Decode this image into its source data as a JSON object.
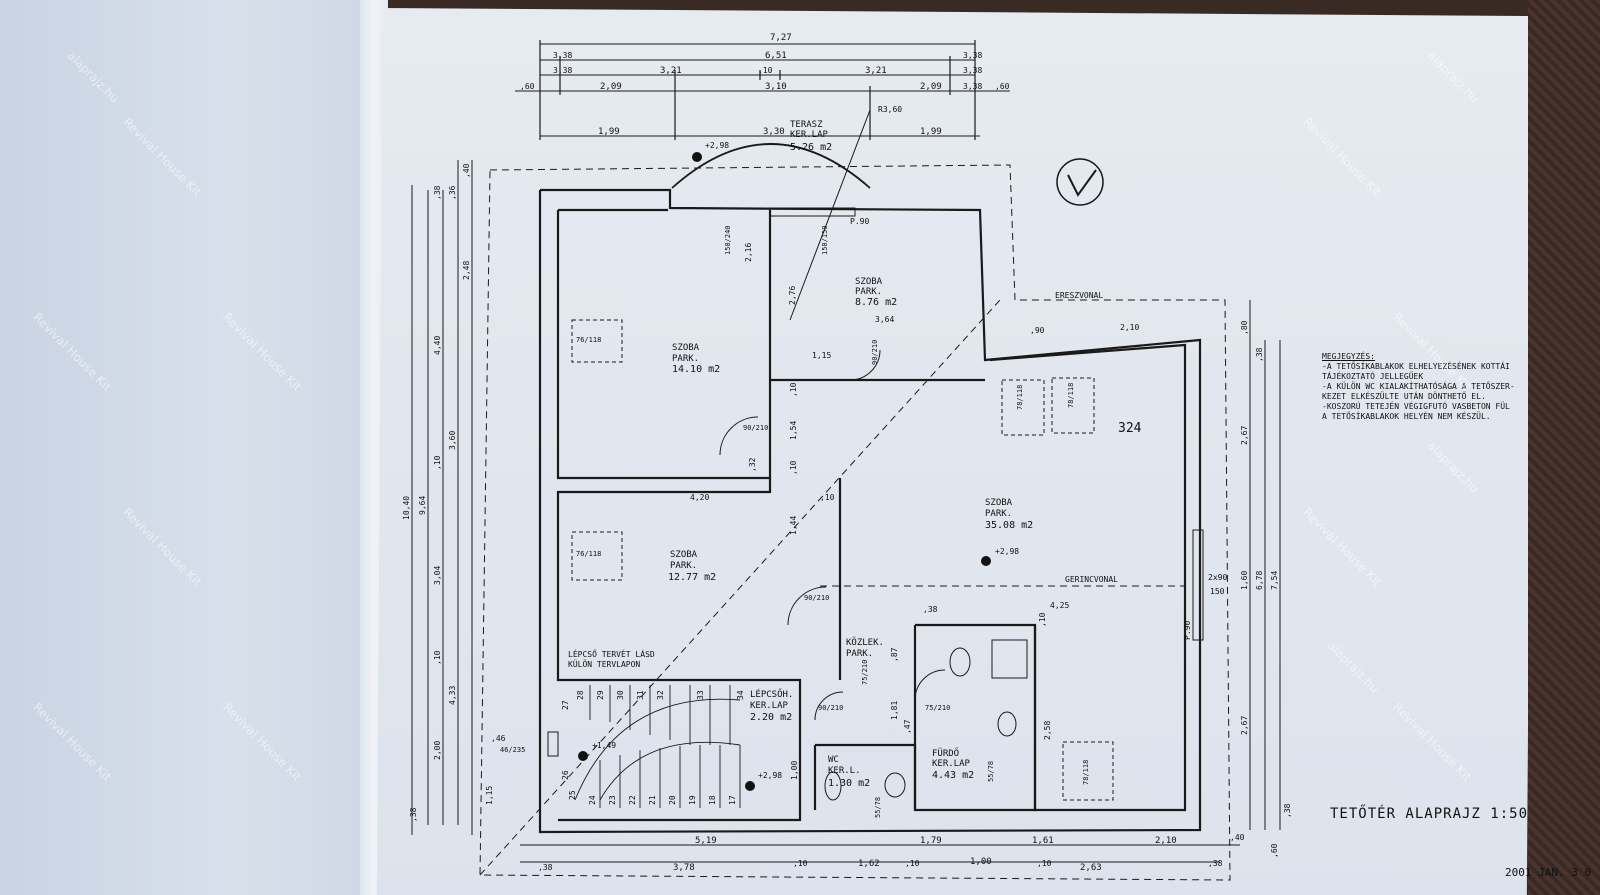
{
  "top_dims": {
    "overall": "7,27",
    "row2": [
      "3,38",
      "6,51",
      "3,38"
    ],
    "row3": [
      "3,38",
      "3,21",
      ",10",
      "3,21",
      "3,38"
    ],
    "row4": [
      ",60",
      "2,09",
      "3,10",
      "2,09",
      "3,38",
      ",60"
    ],
    "row5": [
      "1,99",
      "3,30",
      "1,99"
    ],
    "radius": "R3,60"
  },
  "rooms": [
    {
      "id": "terrace",
      "name": "TERASZ",
      "floor": "KER.LAP",
      "area": "5.26 m2"
    },
    {
      "id": "room-ne",
      "name": "SZOBA",
      "floor": "PARK.",
      "area": "8.76 m2"
    },
    {
      "id": "room-nw",
      "name": "SZOBA",
      "floor": "PARK.",
      "area": "14.10 m2"
    },
    {
      "id": "room-w",
      "name": "SZOBA",
      "floor": "PARK.",
      "area": "12.77 m2"
    },
    {
      "id": "room-e",
      "name": "SZOBA",
      "floor": "PARK.",
      "area": "35.08 m2"
    },
    {
      "id": "corridor",
      "name": "KÖZLEK.",
      "floor": "PARK."
    },
    {
      "id": "stair",
      "name": "LÉPCSŐH.",
      "floor": "KER.LAP",
      "area": "2.20 m2"
    },
    {
      "id": "wc",
      "name": "WC",
      "floor": "KER.L.",
      "area": "1.30 m2"
    },
    {
      "id": "bath",
      "name": "FÜRDŐ",
      "floor": "KER.LAP",
      "area": "4.43 m2"
    }
  ],
  "labels": {
    "eaves": "ERESZVONAL",
    "ridge": "GERINCVONAL",
    "stair_note_1": "LÉPCSŐ TERVÉT LÁSD",
    "stair_note_2": "KÜLÖN TERVLAPON",
    "level_terrace": "+2,98",
    "level_room": "+2,98",
    "level_stair": "+2,98",
    "level_landing": "+1,49",
    "p90_top": "P.90",
    "p90_right": "P.90",
    "hand_324": "324"
  },
  "left_dims": [
    "10,40",
    "9,64",
    "4,40",
    "3,60",
    "3,04",
    "4,33",
    "2,00",
    "1,15",
    "2,48",
    ",40",
    ",38",
    ",36",
    ",10",
    ",10",
    ",46",
    ",38"
  ],
  "right_dims": [
    "7,54",
    "6,78",
    "2,67",
    "2,67",
    "1,60",
    ",80",
    ",60",
    ",38",
    ",38",
    "2x90",
    "150"
  ],
  "bottom_dims": {
    "row1": [
      "5,19",
      "1,79",
      "1,61",
      "2,10",
      ",40"
    ],
    "row2": [
      ",38",
      "3,78",
      ",10",
      "1,62",
      ",10",
      "1,00",
      ",10",
      "2,63",
      ",38"
    ]
  },
  "inner_dims": [
    "4,20",
    ",10",
    "3,64",
    "2,10",
    ",90",
    "4,25",
    "1,15",
    "2,76",
    "1,54",
    "1,44",
    ",32",
    ",10",
    ",10",
    ",38",
    "2,58",
    ",87",
    "1,81",
    ",47",
    "1,00",
    ",10",
    "2,16"
  ],
  "openings": [
    "150/240",
    "150/150",
    "90/210",
    "90/210",
    "90/210",
    "90/210",
    "75/210",
    "75/210",
    "76/118",
    "76/118",
    "78/118",
    "78/118",
    "78/118",
    "46/235",
    "55/78",
    "55/78"
  ],
  "stair_steps": [
    "28",
    "29",
    "30",
    "31",
    "32",
    "33",
    "34",
    "27",
    "26",
    "25",
    "24",
    "23",
    "22",
    "21",
    "20",
    "19",
    "18",
    "17"
  ],
  "notes": {
    "heading": "MEGJEGYZÉS:",
    "lines": [
      "-A TETŐSÍKABLAKOK ELHELYEZÉSÉNEK KOTTÁI",
      "  TÁJÉKOZTATÓ JELLEGŰEK",
      "-A KÜLÖN WC KIALAKÍTHATÓSÁGA A TETŐSZER-",
      "  KEZET ELKÉSZÜLTE UTÁN DÖNTHETŐ EL.",
      "-KOSZORÚ TETEJÉN VÉGIGFUTÓ VASBETON FÜL",
      "  A TETŐSÍKABLAKOK HELYÉN NEM KÉSZÜL."
    ]
  },
  "title": "TETŐTÉR ALAPRAJZ 1:50",
  "date": "2001 JAN. 3 0",
  "watermark": {
    "site": "alaprajz.hu",
    "brand": "Revival House Kit"
  }
}
